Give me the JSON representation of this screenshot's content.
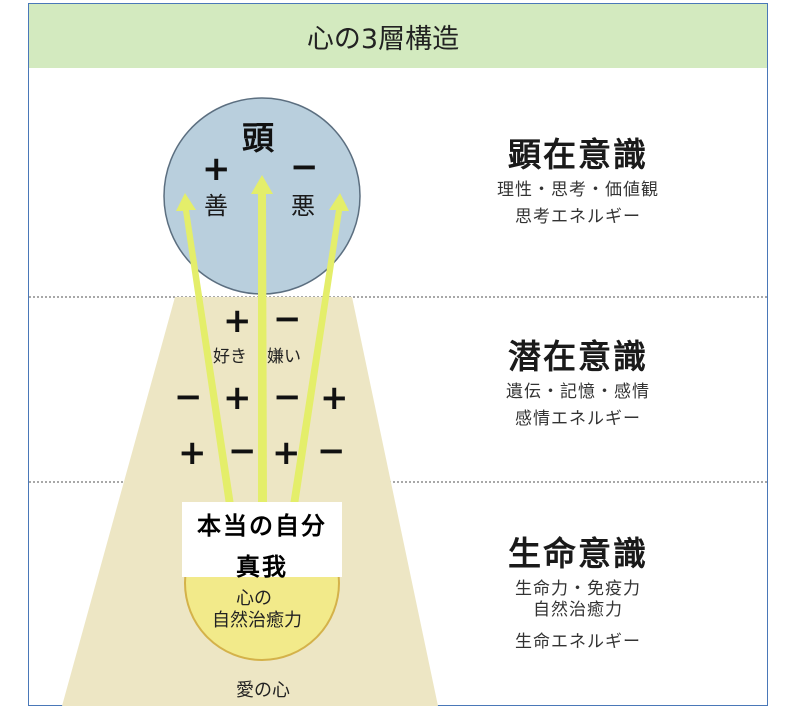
{
  "title": "心の3層構造",
  "colors": {
    "header_bg": "#d3eabf",
    "frame_border": "#4a78b8",
    "head_circle": "#b9cfdd",
    "trapezoid": "#ede6c4",
    "arrow": "#e4ee6a",
    "core_circle": "#f2ea8a"
  },
  "head": {
    "label": "頭",
    "plus_sign": "+",
    "minus_sign": "−",
    "good": "善",
    "evil": "悪"
  },
  "subconscious_area": {
    "plus_sign": "+",
    "minus_sign": "−",
    "like": "好き",
    "dislike": "嫌い",
    "row1": [
      "−",
      "+",
      "−",
      "+"
    ],
    "row2": [
      "+",
      "−",
      "+",
      "−"
    ]
  },
  "core": {
    "box_line1": "本当の自分",
    "box_line2": "真我",
    "circle_line1": "心の",
    "circle_line2": "自然治癒力",
    "bottom": "愛の心"
  },
  "layers": [
    {
      "title": "顕在意識",
      "desc1": "理性・思考・価値観",
      "desc2": "思考エネルギー"
    },
    {
      "title": "潜在意識",
      "desc1": "遺伝・記憶・感情",
      "desc2": "感情エネルギー"
    },
    {
      "title": "生命意識",
      "desc1": "生命力・免疫力",
      "desc1b": "自然治癒力",
      "desc2": "生命エネルギー"
    }
  ]
}
